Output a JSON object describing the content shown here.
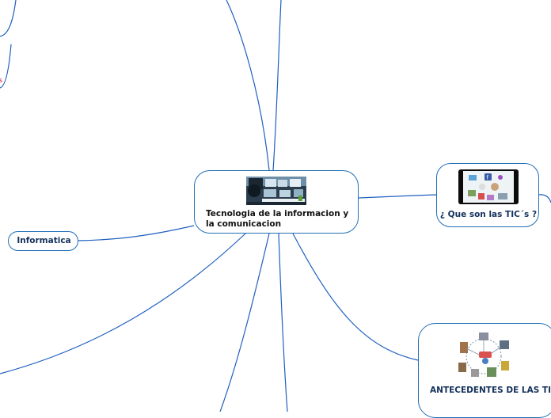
{
  "mindmap": {
    "center": {
      "label": "Tecnologia de la informacion y la comunicacion",
      "image": "computer-lab-photo"
    },
    "nodes": [
      {
        "id": "que-son",
        "label": "¿ Que son las TIC´s ?",
        "image": "tic-icons-phone-photo"
      },
      {
        "id": "antecedentes",
        "label": "ANTECEDENTES DE LAS TIC´S",
        "image": "network-diagram-illustration"
      },
      {
        "id": "informatica",
        "label": "Informatica"
      }
    ],
    "stray_text": "s"
  },
  "colors": {
    "connector": "#1f5fbf",
    "node_border": "#1f6fb5",
    "node_text": "#13315c",
    "stray_text": "#d4002a"
  }
}
